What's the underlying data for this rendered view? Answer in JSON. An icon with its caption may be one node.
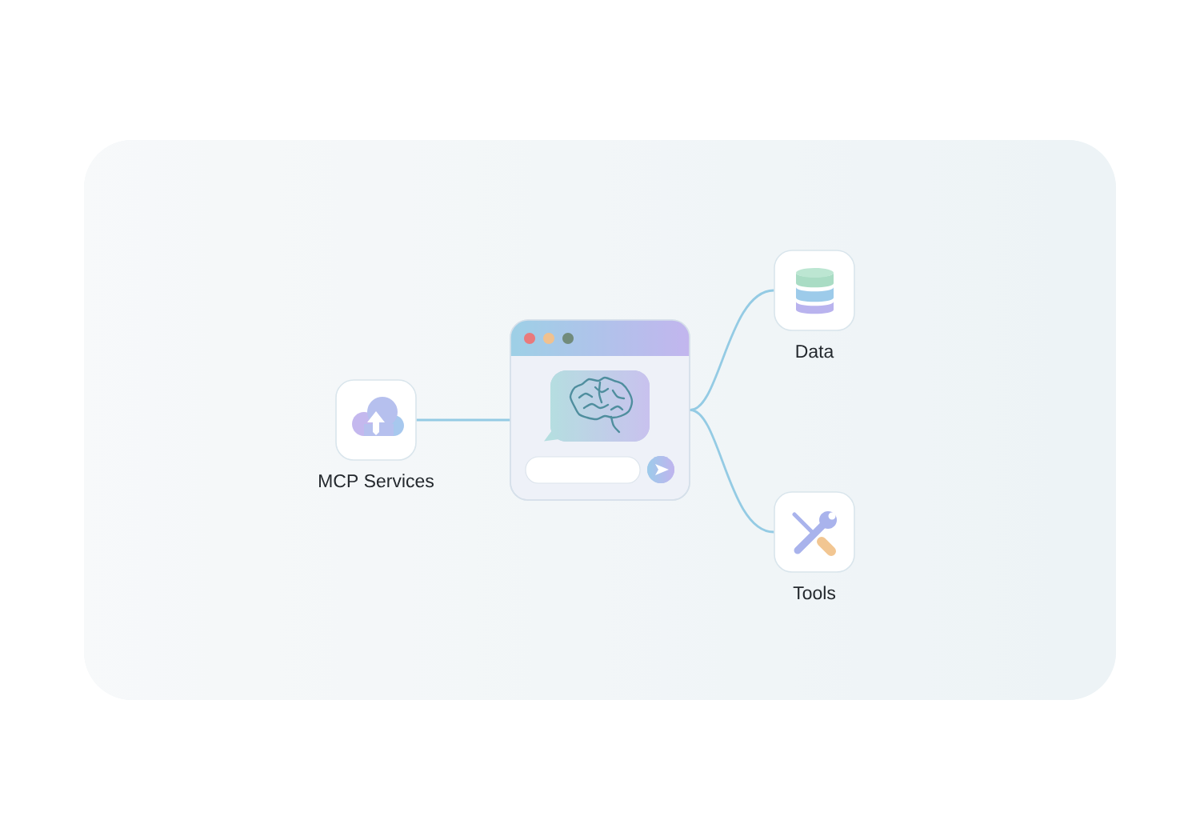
{
  "diagram": {
    "nodes": [
      {
        "text": [
          "MCP Services"
        ]
      },
      {
        "text": [],
        "shape": "picture"
      },
      {
        "text": [
          "Data"
        ]
      },
      {
        "text": [
          "Tools"
        ]
      }
    ],
    "edges": [
      {
        "from": 0,
        "to": 1,
        "arrow": "none"
      },
      {
        "from": 1,
        "to": 2,
        "arrow": "none"
      },
      {
        "from": 1,
        "to": 3,
        "arrow": "none"
      }
    ]
  }
}
